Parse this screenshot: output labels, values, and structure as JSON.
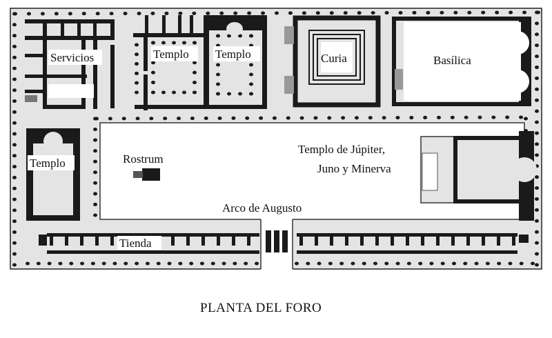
{
  "title": "PLANTA DEL FORO",
  "labels": {
    "servicios": "Servicios",
    "templo_1": "Templo",
    "templo_2": "Templo",
    "curia": "Curia",
    "basilica": "Basílica",
    "templo_left": "Templo",
    "rostrum": "Rostrum",
    "jupiter_line1": "Templo de Júpiter,",
    "jupiter_line2": "Juno y Minerva",
    "arco": "Arco de Augusto",
    "tienda": "Tienda"
  },
  "colors": {
    "plan_fill": "#e4e4e4",
    "wall": "#1a1a1a",
    "open_area": "#ffffff"
  }
}
